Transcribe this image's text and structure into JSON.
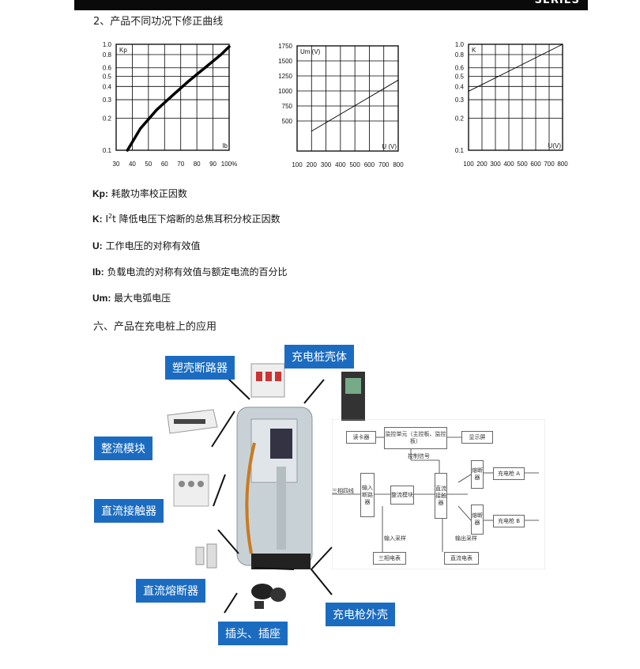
{
  "header": {
    "brand_text": "SERIES"
  },
  "section2": {
    "title": "2、产品不同功况下修正曲线"
  },
  "chart_data": [
    {
      "type": "line",
      "ylabel": "Kp",
      "xlabel": "Ib",
      "x_ticks": [
        "30",
        "40",
        "50",
        "60",
        "70",
        "80",
        "90",
        "100%"
      ],
      "y_ticks": [
        "1.0",
        "0.8",
        "0.6",
        "0.5",
        "0.4",
        "0.3",
        "0.2",
        "0.1"
      ],
      "y_scale": "log",
      "ylim": [
        0.1,
        1.0
      ],
      "xlim": [
        30,
        100
      ],
      "series": [
        {
          "x": [
            37,
            45,
            55,
            65,
            75,
            85,
            95,
            100
          ],
          "y": [
            0.1,
            0.16,
            0.24,
            0.33,
            0.45,
            0.6,
            0.8,
            0.95
          ]
        }
      ]
    },
    {
      "type": "line",
      "ylabel": "Um (V)",
      "xlabel": "U (V)",
      "x_ticks": [
        "100",
        "200",
        "300",
        "400",
        "500",
        "600",
        "700",
        "800"
      ],
      "y_ticks": [
        "1750",
        "1500",
        "1250",
        "1000",
        "750",
        "500"
      ],
      "xlim": [
        100,
        800
      ],
      "ylim": [
        0,
        1750
      ],
      "series": [
        {
          "x": [
            200,
            800
          ],
          "y": [
            330,
            1180
          ]
        }
      ]
    },
    {
      "type": "line",
      "ylabel": "K",
      "xlabel": "U(V)",
      "x_ticks": [
        "100",
        "200",
        "300",
        "400",
        "500",
        "600",
        "700",
        "800"
      ],
      "y_ticks": [
        "1.0",
        "0.8",
        "0.6",
        "0.5",
        "0.4",
        "0.3",
        "0.2",
        "0.1"
      ],
      "y_scale": "log",
      "ylim": [
        0.1,
        1.0
      ],
      "xlim": [
        100,
        800
      ],
      "series": [
        {
          "x": [
            100,
            800
          ],
          "y": [
            0.36,
            1.0
          ]
        }
      ]
    }
  ],
  "definitions": [
    {
      "key": "Kp:",
      "text": " 耗散功率校正因数"
    },
    {
      "key": "K:",
      "pre": " I",
      "sup": "2",
      "text": "t 降低电压下熔断的总焦耳积分校正因数"
    },
    {
      "key": "U:",
      "text": " 工作电压的对称有效值"
    },
    {
      "key": "Ib:",
      "text": " 负载电流的对称有效值与额定电流的百分比"
    },
    {
      "key": "Um:",
      "text": " 最大电弧电压"
    }
  ],
  "section6": {
    "title": "六、产品在充电桩上的应用"
  },
  "labels": {
    "mccb": "塑壳断路器",
    "housing": "充电桩壳体",
    "rectifier": "整流模块",
    "dc_contactor": "直流接触器",
    "dc_fuse": "直流熔断器",
    "plug_socket": "插头、插座",
    "gun_shell": "充电枪外壳"
  },
  "flowchart": {
    "card_reader": "读卡器",
    "monitor": "监控单元（主控板、监控板）",
    "display": "显示屏",
    "control_signal": "控制信号",
    "three_phase": "三相四线",
    "input_breaker": "输入断路器",
    "rect_module": "整流模块",
    "dc_contactor": "直流接触器",
    "fuse_a": "熔断器",
    "fuse_b": "熔断器",
    "gun_a": "充电枪 A",
    "gun_b": "充电枪 B",
    "input_sample": "输入采样",
    "output_sample": "输出采样",
    "three_phase_meter": "三相电表",
    "dc_meter": "直流电表"
  }
}
